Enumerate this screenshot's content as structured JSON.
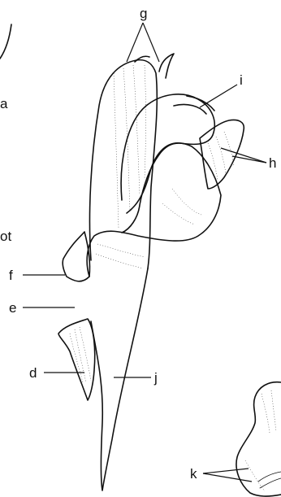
{
  "labels": {
    "a": "a",
    "ot": "ot",
    "g": "g",
    "i": "i",
    "h": "h",
    "f": "f",
    "e": "e",
    "d": "d",
    "j": "j",
    "k": "k"
  },
  "colors": {
    "ink": "#111111",
    "paper": "#ffffff"
  }
}
